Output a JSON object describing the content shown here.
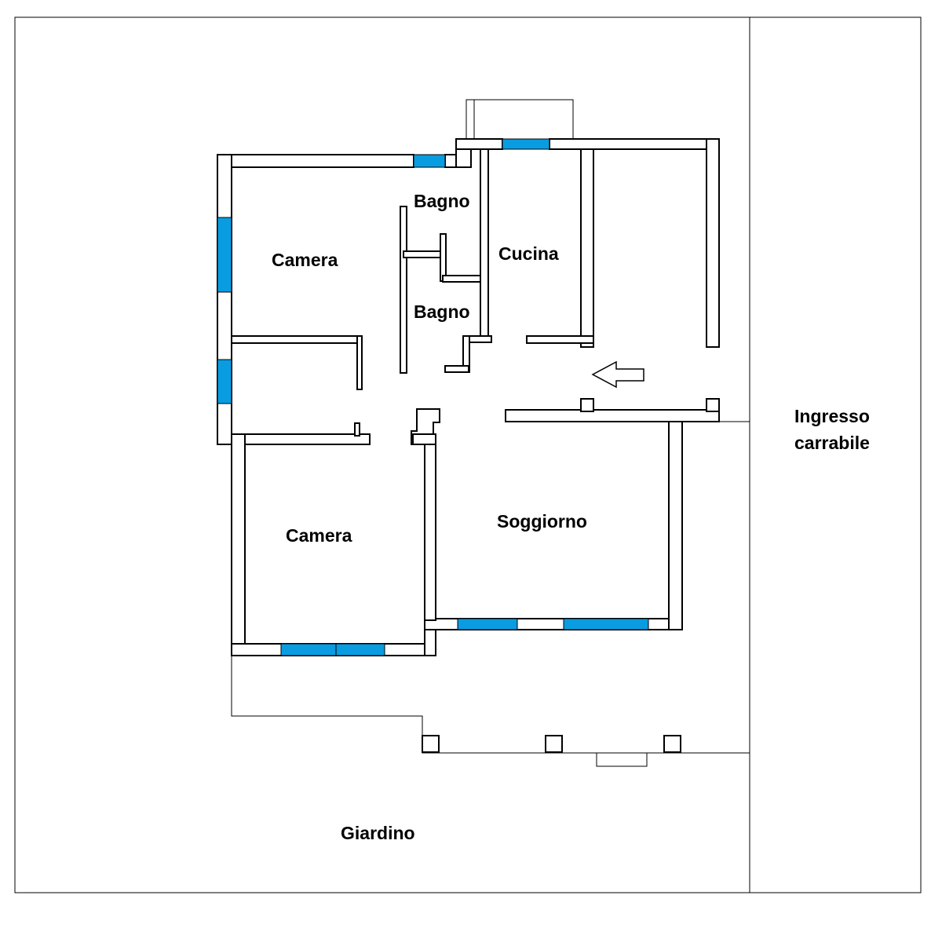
{
  "colors": {
    "window": "#0a9ce0",
    "wall": "#000000",
    "background": "#ffffff"
  },
  "rooms": {
    "camera_top": "Camera",
    "bagno_top": "Bagno",
    "bagno_bottom": "Bagno",
    "cucina": "Cucina",
    "soggiorno": "Soggiorno",
    "camera_bottom": "Camera"
  },
  "outside": {
    "ingresso_line1": "Ingresso",
    "ingresso_line2": "carrabile",
    "giardino": "Giardino"
  },
  "icons": {
    "entry_arrow": "arrow-left-icon"
  }
}
